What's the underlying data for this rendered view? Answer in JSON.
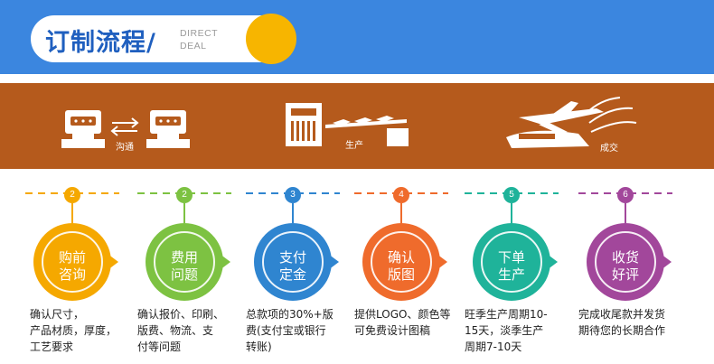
{
  "header": {
    "title_cn": "订制流程/",
    "title_en_line1": "DIRECT",
    "title_en_line2": "DEAL"
  },
  "band": {
    "label_communicate": "沟通",
    "label_produce": "生产",
    "label_deal": "成交"
  },
  "steps": [
    {
      "num": "2",
      "title1": "购前",
      "title2": "咨询",
      "color": "#f5a800",
      "desc": [
        "确认尺寸，",
        "产品材质，厚度，",
        "工艺要求"
      ]
    },
    {
      "num": "2",
      "title1": "费用",
      "title2": "问题",
      "color": "#7dc242",
      "desc": [
        "确认报价、印刷、",
        "版费、物流、支",
        "付等问题"
      ]
    },
    {
      "num": "3",
      "title1": "支付",
      "title2": "定金",
      "color": "#2f85d0",
      "desc": [
        "总款项的30%+版",
        "费(支付宝或银行",
        "转账)"
      ]
    },
    {
      "num": "4",
      "title1": "确认",
      "title2": "版图",
      "color": "#ef6b2c",
      "desc": [
        "提供LOGO、颜色等",
        "可免费设计图稿"
      ]
    },
    {
      "num": "5",
      "title1": "下单",
      "title2": "生产",
      "color": "#1fb39a",
      "desc": [
        "旺季生产周期10-",
        "15天，淡季生产",
        "周期7-10天"
      ]
    },
    {
      "num": "6",
      "title1": "收货",
      "title2": "好评",
      "color": "#a2479b",
      "desc": [
        "完成收尾款并发货",
        "期待您的长期合作"
      ]
    }
  ]
}
